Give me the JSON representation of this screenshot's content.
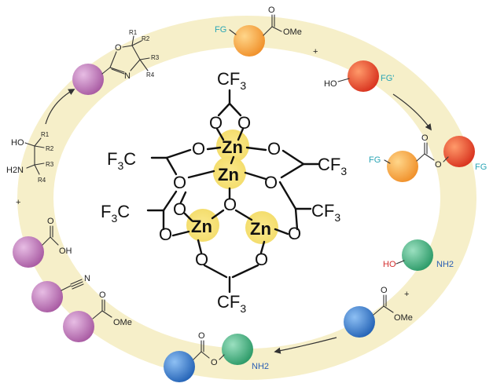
{
  "colors": {
    "ring_fill": "#f6efc9",
    "zn_highlight": "#f5e27a",
    "purple": "#b56fb0",
    "orange": "#f4a33a",
    "red": "#e5442b",
    "green": "#3fae7d",
    "blue": "#2f74c9",
    "fg_teal": "#2aa5b5",
    "nh2_blue": "#2b5fb4",
    "ho_red": "#d43030"
  },
  "core": {
    "atom_zn": "Zn",
    "atom_o": "O",
    "cf3": "CF",
    "cf3_sub": "3",
    "f3c": "F",
    "f3c_sub": "3",
    "f3c_c": "C"
  },
  "cycle": {
    "oxazoline": {
      "o": "O",
      "n": "N",
      "r1": "R1",
      "r2": "R2",
      "r3": "R3",
      "r4": "R4"
    },
    "aminoalcohol": {
      "ho": "HO",
      "h2n": "H2N",
      "r1": "R1",
      "r2": "R2",
      "r3": "R3",
      "r4": "R4"
    },
    "plus": "+",
    "acid": {
      "o": "O",
      "oh": "OH"
    },
    "nitrile": {
      "n": "N"
    },
    "ester_left": {
      "o": "O",
      "ome": "OMe"
    },
    "methyl_ester_top": {
      "fg": "FG",
      "o": "O",
      "ome": "OMe"
    },
    "alcohol": {
      "ho": "HO",
      "fg2": "FG'"
    },
    "diester": {
      "fg_left": "FG",
      "fg_right": "FG",
      "o_top": "O",
      "o_mid": "O"
    },
    "amino_alcohol_green": {
      "ho": "HO",
      "nh2": "NH2"
    },
    "ester_blue": {
      "o": "O",
      "ome": "OMe"
    },
    "amide_product": {
      "o_top": "O",
      "o_mid": "O",
      "nh2": "NH2"
    }
  }
}
